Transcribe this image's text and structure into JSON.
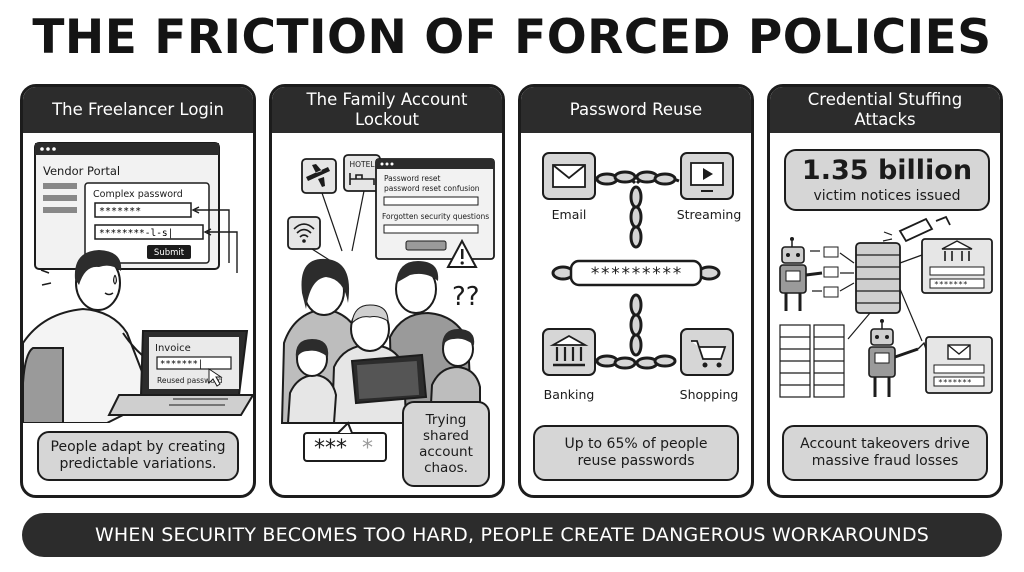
{
  "title": "THE FRICTION OF FORCED POLICIES",
  "panels": [
    {
      "header": "The Freelancer Login",
      "portal_title": "Vendor Portal",
      "password_label": "Complex password",
      "password_field_1": "*******",
      "password_field_2": "********-l-s|",
      "submit_label": "Submit",
      "invoice_title": "Invoice",
      "invoice_field": "*******|",
      "invoice_note": "Reused password",
      "caption": "People adapt by creating predictable variations."
    },
    {
      "header": "The Family Account Lockout",
      "hotel_label": "HOTEL",
      "reset_line_1": "Password reset",
      "reset_line_2": "password reset confusion",
      "questions_label": "Forgotten security questions",
      "question_marks": "??",
      "password_mask": "***",
      "password_mask_faded": "*",
      "bubble": "Trying shared account chaos."
    },
    {
      "header": "Password Reuse",
      "labels": [
        "Email",
        "Streaming",
        "Banking",
        "Shopping"
      ],
      "chain_password": "*********",
      "caption": "Up to 65% of people reuse passwords"
    },
    {
      "header": "Credential Stuffing Attacks",
      "stat_value": "1.35 billion",
      "stat_label": "victim notices issued",
      "login_mask": "*******",
      "caption": "Account takeovers drive massive fraud losses"
    }
  ],
  "banner": "WHEN SECURITY BECOMES TOO HARD, PEOPLE CREATE DANGEROUS WORKAROUNDS",
  "icons": [
    "airplane-icon",
    "hotel-icon",
    "wifi-icon",
    "warning-icon",
    "email-icon",
    "streaming-icon",
    "bank-icon",
    "cart-icon",
    "chain-icon",
    "robot-icon",
    "server-icon",
    "camera-icon",
    "cursor-icon"
  ]
}
